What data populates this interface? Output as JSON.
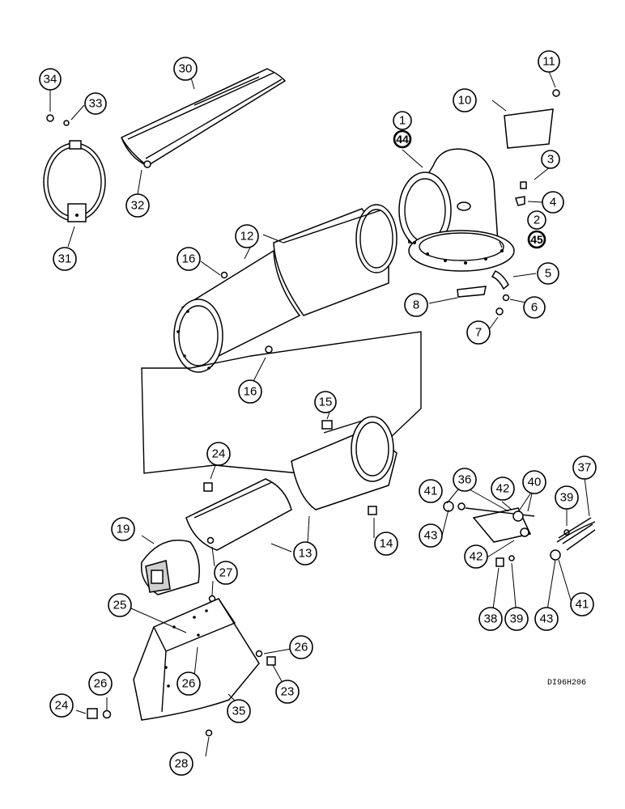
{
  "drawing_code": "DI96H206",
  "callouts": {
    "c1": "1",
    "c44": "44",
    "c2": "2",
    "c45": "45",
    "c3": "3",
    "c4": "4",
    "c5": "5",
    "c6": "6",
    "c7": "7",
    "c8": "8",
    "c10": "10",
    "c11": "11",
    "c12": "12",
    "c13": "13",
    "c14": "14",
    "c15": "15",
    "c16a": "16",
    "c16b": "16",
    "c19": "19",
    "c23": "23",
    "c24a": "24",
    "c24b": "24",
    "c25": "25",
    "c26a": "26",
    "c26b": "26",
    "c26c": "26",
    "c27": "27",
    "c28": "28",
    "c30": "30",
    "c31": "31",
    "c32": "32",
    "c33": "33",
    "c34": "34",
    "c35": "35",
    "c36": "36",
    "c37": "37",
    "c38": "38",
    "c39a": "39",
    "c39b": "39",
    "c40": "40",
    "c41a": "41",
    "c41b": "41",
    "c42a": "42",
    "c42b": "42",
    "c43a": "43",
    "c43b": "43"
  }
}
